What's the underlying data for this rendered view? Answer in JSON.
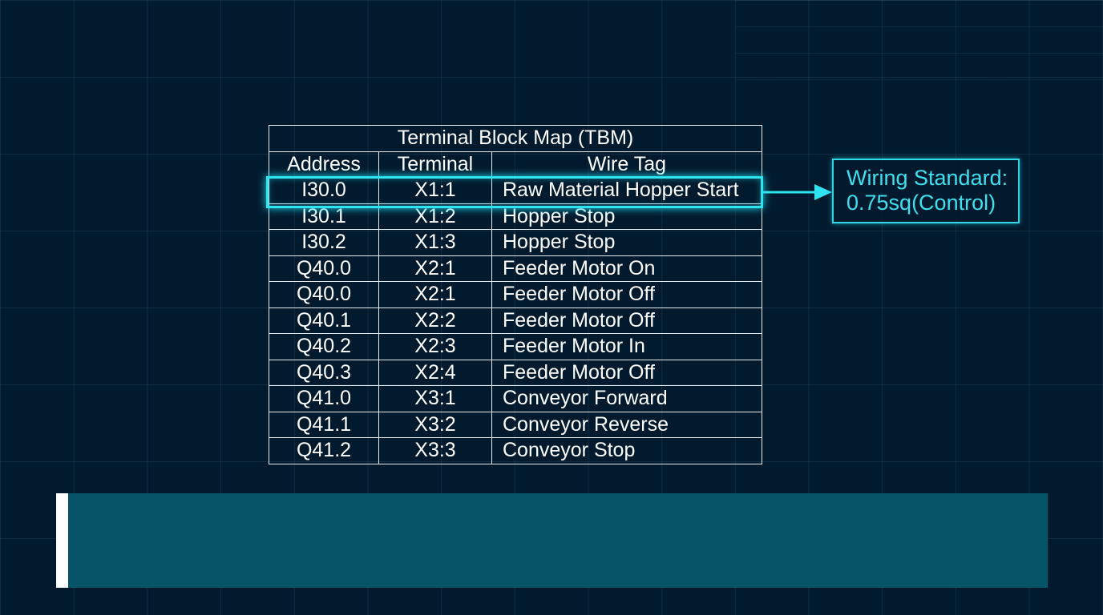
{
  "table": {
    "title": "Terminal Block Map (TBM)",
    "headers": [
      "Address",
      "Terminal",
      "Wire Tag"
    ],
    "rows": [
      [
        "I30.0",
        "X1:1",
        "Raw Material Hopper Start"
      ],
      [
        "I30.1",
        "X1:2",
        "Hopper Stop"
      ],
      [
        "I30.2",
        "X1:3",
        "Hopper Stop"
      ],
      [
        "Q40.0",
        "X2:1",
        "Feeder Motor On"
      ],
      [
        "Q40.0",
        "X2:1",
        "Feeder Motor Off"
      ],
      [
        "Q40.1",
        "X2:2",
        "Feeder Motor Off"
      ],
      [
        "Q40.2",
        "X2:3",
        "Feeder Motor In"
      ],
      [
        "Q40.3",
        "X2:4",
        "Feeder Motor Off"
      ],
      [
        "Q41.0",
        "X3:1",
        "Conveyor Forward"
      ],
      [
        "Q41.1",
        "X3:2",
        "Conveyor Reverse"
      ],
      [
        "Q41.2",
        "X3:3",
        "Conveyor Stop"
      ]
    ],
    "highlighted_row": 0
  },
  "callout": {
    "line1": "Wiring Standard:",
    "line2": "0.75sq(Control)"
  },
  "colors": {
    "background": "#021a2e",
    "accent": "#2fe4f0",
    "banner": "#055467"
  }
}
